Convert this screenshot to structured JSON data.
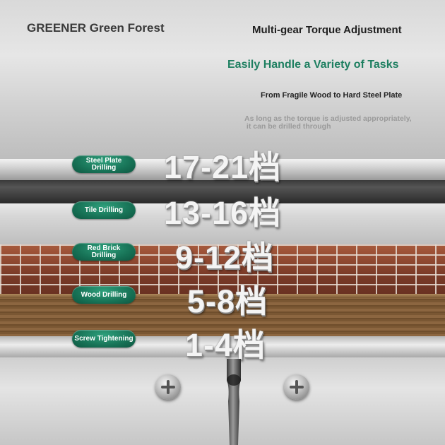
{
  "header": {
    "brand": "GREENER Green Forest",
    "title": "Multi-gear Torque Adjustment",
    "slogan": "Easily Handle a Variety of Tasks",
    "subtitle": "From Fragile Wood to Hard Steel Plate",
    "note_line1": "As long as the torque is adjusted appropriately,",
    "note_line2": " it can be drilled through"
  },
  "levels": [
    {
      "label_line1": "Steel Plate",
      "label_line2": "Drilling",
      "gear": "17-21档"
    },
    {
      "label_line1": "Tile Drilling",
      "label_line2": "",
      "gear": "13-16档"
    },
    {
      "label_line1": "Red Brick",
      "label_line2": "Drilling",
      "gear": "9-12档"
    },
    {
      "label_line1": "Wood Drilling",
      "label_line2": "",
      "gear": "5-8档"
    },
    {
      "label_line1": "Screw Tightening",
      "label_line2": "",
      "gear": "1-4档"
    }
  ],
  "colors": {
    "accent_green": "#1d7f60",
    "pill_green": "#177256"
  },
  "icons": [
    "screw-icon",
    "drill-bit-icon"
  ]
}
